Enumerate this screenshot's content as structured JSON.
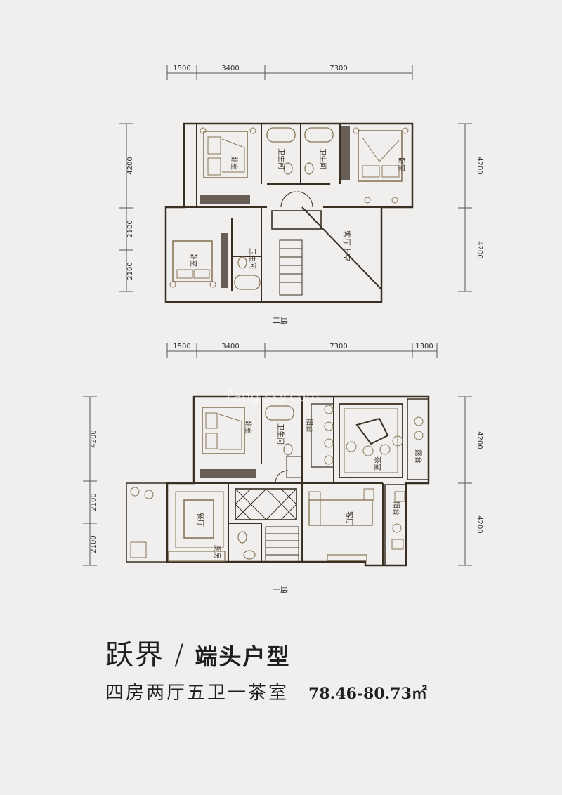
{
  "upper": {
    "floor_label": "二层",
    "dim_top": [
      "1500",
      "3400",
      "7300"
    ],
    "dim_left": [
      "4200",
      "2100",
      "2100"
    ],
    "dim_right": [
      "4200",
      "4200"
    ],
    "rooms": {
      "bedroom_a": "卧室",
      "bath_a": "卫生间",
      "bath_b": "卫生间",
      "bedroom_b": "卧室",
      "bedroom_c": "卧室",
      "bath_c": "卫生间",
      "void": "客厅上空"
    }
  },
  "lower": {
    "floor_label": "一层",
    "dim_top": [
      "1500",
      "3400",
      "7300",
      "1300"
    ],
    "dim_left": [
      "4200",
      "2100",
      "2100"
    ],
    "dim_right": [
      "4200",
      "4200"
    ],
    "rooms": {
      "bedroom": "卧室",
      "bath": "卫生间",
      "balcony_a": "阳台",
      "tea": "茶室",
      "terrace": "露台",
      "dining": "餐厅",
      "kitchen": "厨房",
      "living": "客厅",
      "balcony_b": "阳台"
    }
  },
  "watermark": "Fang sky.com",
  "title": {
    "main": "跃界",
    "slash": "/",
    "sub": "端头户型",
    "desc": "四房两厅五卫一茶室",
    "area": "78.46-80.73㎡"
  },
  "colors": {
    "wall": "#3a2f22",
    "furniture": "#8a7658",
    "accent": "#c9b28a",
    "dim": "#555555"
  }
}
